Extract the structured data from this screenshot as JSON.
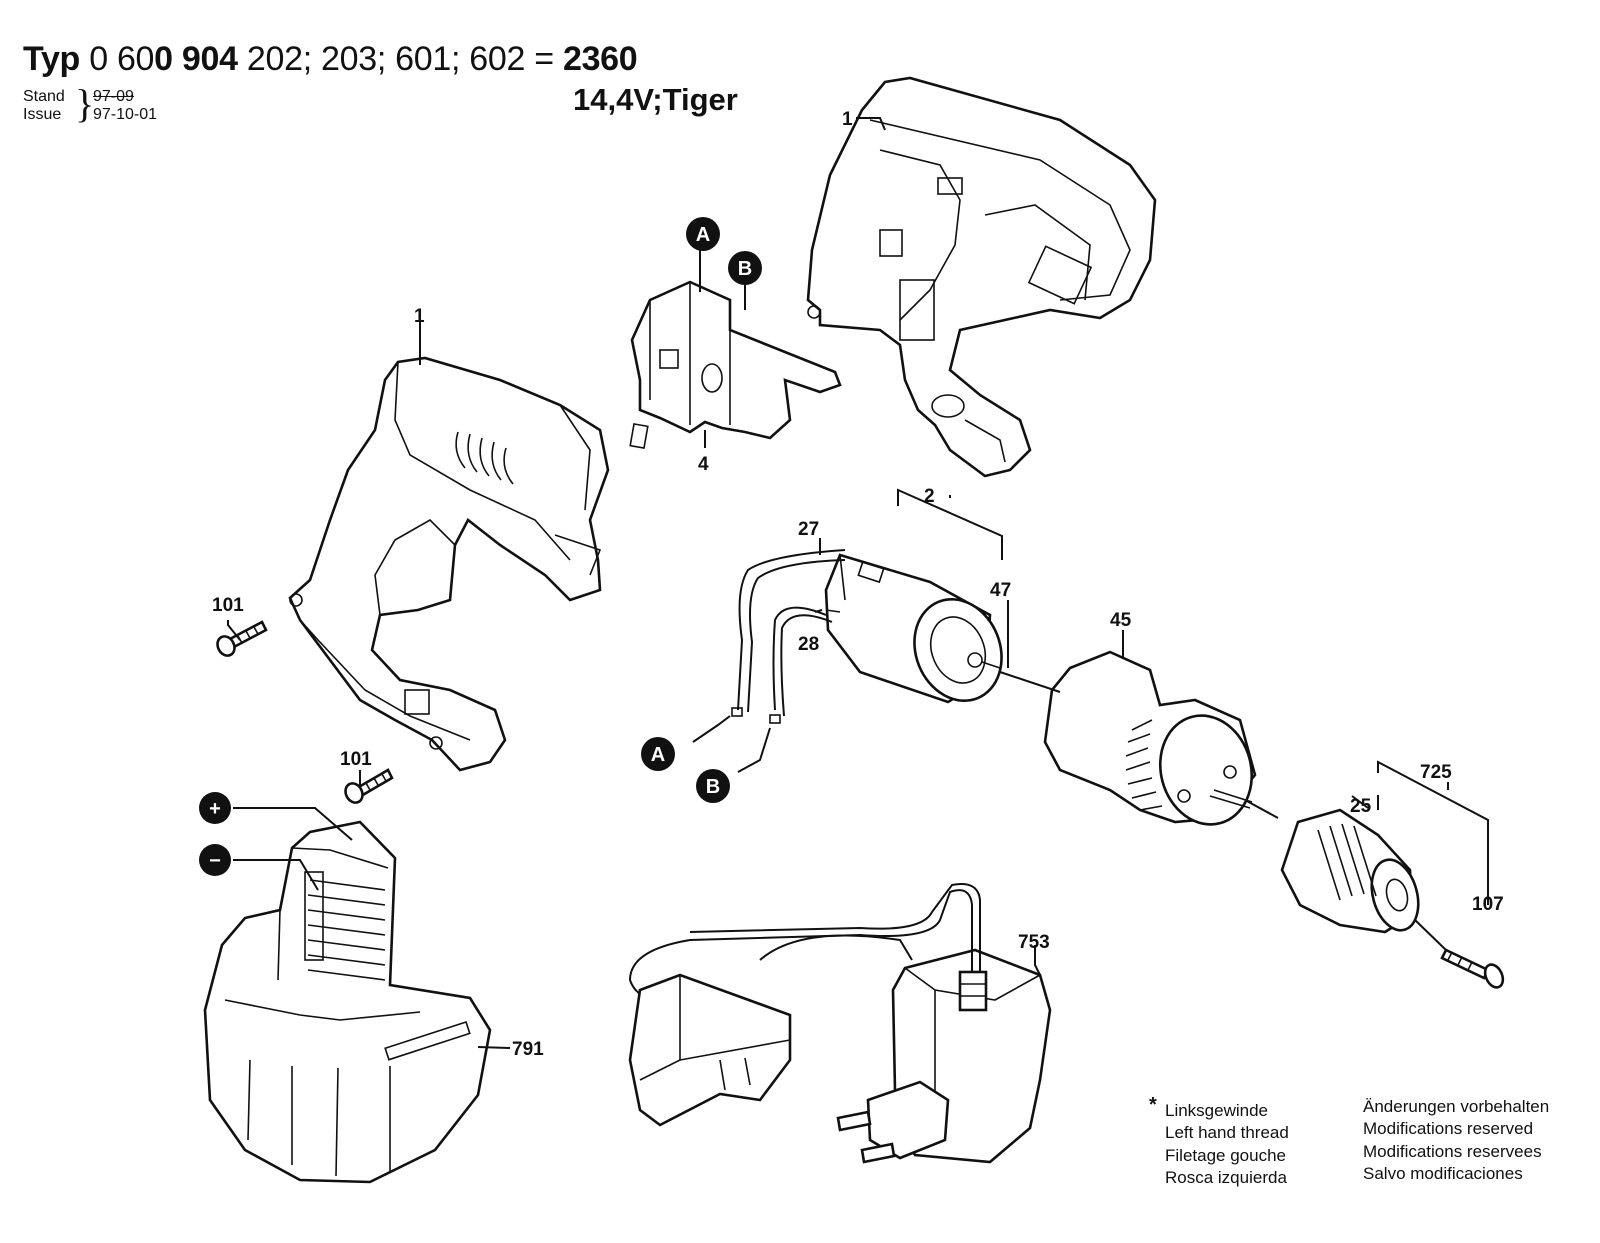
{
  "header": {
    "typ_label": "Typ",
    "number_a": "0 60",
    "number_b": "0 904",
    "variants": "202; 203; 601; 602 =",
    "model_code": "2360",
    "subtitle": "14,4V;Tiger",
    "stand_label": "Stand",
    "issue_label": "Issue",
    "stand_old": "97-09",
    "issue_date": "97-10-01"
  },
  "parts": {
    "p1_upper": "1",
    "p1_lower": "1",
    "p2": "2",
    "p4": "4",
    "p27": "27",
    "p28": "28",
    "p45": "45",
    "p47": "47",
    "p101_a": "101",
    "p101_b": "101",
    "p107": "107",
    "p25": "25",
    "p725": "725",
    "p753": "753",
    "p791": "791"
  },
  "markers": {
    "a": "A",
    "b": "B",
    "plus": "+",
    "minus": "−"
  },
  "legend": {
    "star": "*",
    "de": "Linksgewinde",
    "en": "Left hand thread",
    "fr": "Filetage gouche",
    "es": "Rosca izquierda"
  },
  "notice": {
    "de": "Änderungen vorbehalten",
    "en": "Modifications reserved",
    "fr": "Modifications reservees",
    "es": "Salvo modificaciones"
  }
}
